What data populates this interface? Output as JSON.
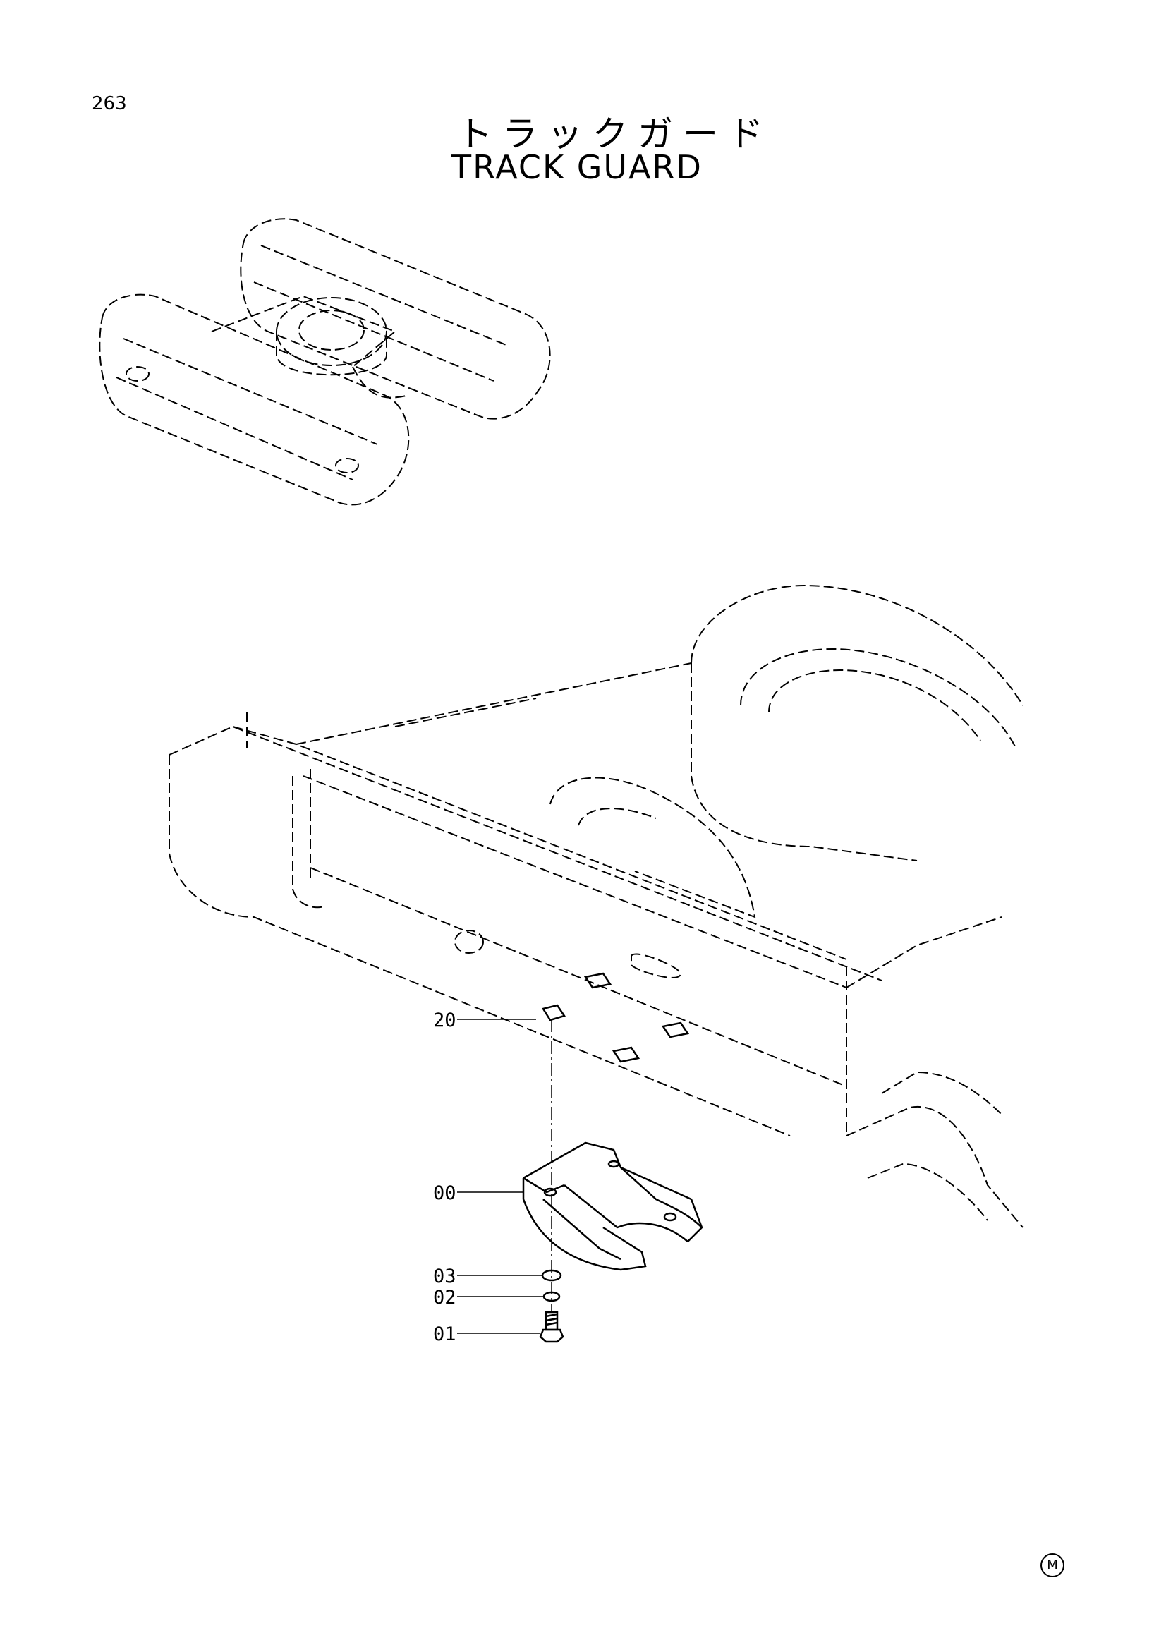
{
  "page": {
    "number": "263"
  },
  "title": {
    "japanese": "トラックガード",
    "english": "TRACK GUARD"
  },
  "callouts": [
    {
      "id": "20",
      "label": "20"
    },
    {
      "id": "00",
      "label": "00"
    },
    {
      "id": "03",
      "label": "03"
    },
    {
      "id": "02",
      "label": "02"
    },
    {
      "id": "01",
      "label": "01"
    }
  ],
  "mark": {
    "label": "M"
  }
}
